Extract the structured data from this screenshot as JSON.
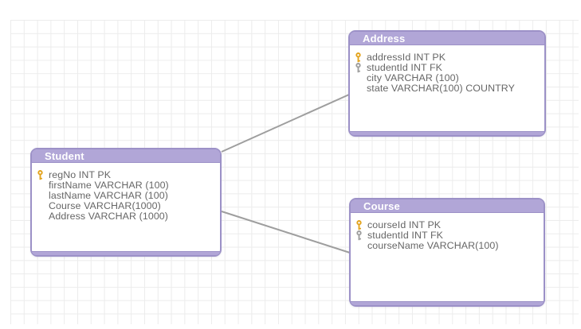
{
  "diagram_type": "entity-relationship",
  "colors": {
    "header_purple": "#b1a6d7",
    "border_purple": "#9c91c7",
    "body_bg": "#ffffff",
    "row_text": "#666666",
    "pk_key": "#e3a31c",
    "fk_key": "#9e9e9e",
    "connector": "#9e9e9e",
    "grid_line": "#ececec"
  },
  "entities": [
    {
      "name": "Student",
      "fields": [
        {
          "key": "pk",
          "text": "regNo INT PK"
        },
        {
          "key": "",
          "text": "firstName VARCHAR (100)"
        },
        {
          "key": "",
          "text": "lastName VARCHAR (100)"
        },
        {
          "key": "",
          "text": "Course VARCHAR(1000)"
        },
        {
          "key": "",
          "text": "Address VARCHAR (1000)"
        }
      ]
    },
    {
      "name": "Address",
      "fields": [
        {
          "key": "pk",
          "text": "addressId INT PK"
        },
        {
          "key": "fk",
          "text": "studentId INT FK"
        },
        {
          "key": "",
          "text": "city VARCHAR (100)"
        },
        {
          "key": "",
          "text": "state VARCHAR(100) COUNTRY"
        }
      ]
    },
    {
      "name": "Course",
      "fields": [
        {
          "key": "pk",
          "text": "courseId INT PK"
        },
        {
          "key": "fk",
          "text": "studentId INT FK"
        },
        {
          "key": "",
          "text": "courseName VARCHAR(100)"
        }
      ]
    }
  ],
  "relationships": [
    {
      "from": "Student",
      "to": "Address"
    },
    {
      "from": "Student",
      "to": "Course"
    }
  ]
}
